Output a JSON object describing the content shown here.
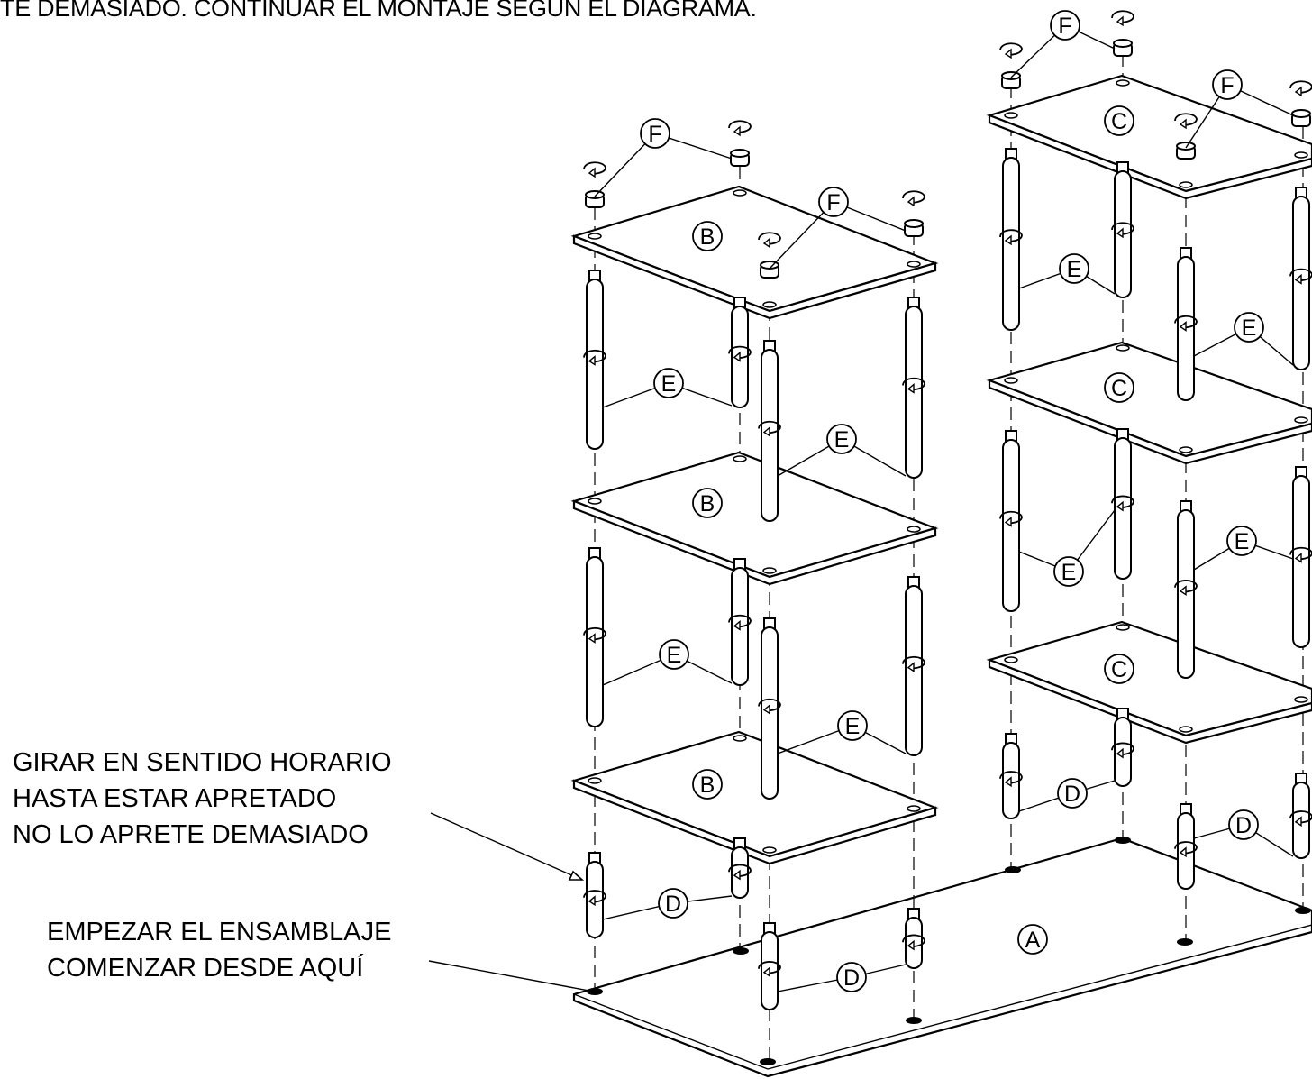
{
  "instructions": {
    "top_line": "TE DEMASIADO. CONTINUAR EL MONTAJE SEGÚN EL DIAGRAMA.",
    "turn_note": [
      "GIRAR EN SENTIDO HORARIO",
      "HASTA ESTAR APRETADO",
      "NO LO APRETE DEMASIADO"
    ],
    "start_note": [
      "EMPEZAR EL ENSAMBLAJE",
      "COMENZAR DESDE AQUÍ"
    ]
  },
  "part_labels": {
    "base": "A",
    "shelf_left": "B",
    "shelf_right": "C",
    "short_post": "D",
    "long_post": "E",
    "cap": "F"
  }
}
